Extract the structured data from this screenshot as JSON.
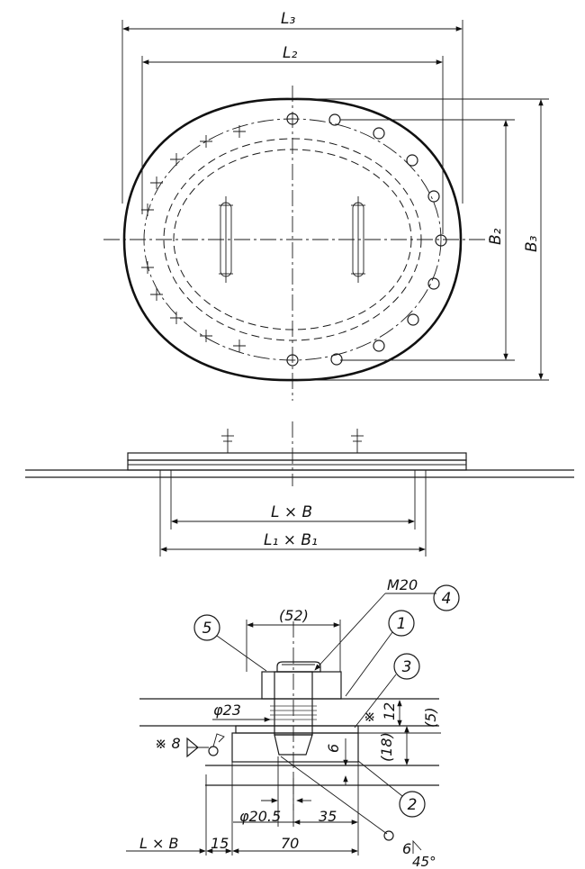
{
  "top_view": {
    "dim_l3": "L₃",
    "dim_l2": "L₂",
    "dim_b2": "B₂",
    "dim_b3": "B₃"
  },
  "side_view": {
    "dim_lxb": "L × B",
    "dim_l1xb1": "L₁ × B₁"
  },
  "detail": {
    "bolt_size": "M20",
    "bolt_pitch": "(52)",
    "hole_dia": "φ23",
    "stud_dia": "φ20.5",
    "dim_35": "35",
    "dim_70": "70",
    "dim_15": "15",
    "dim_lxb": "L × B",
    "dim_12": "12",
    "dim_5": "(5)",
    "dim_18": "(18)",
    "dim_6": "6",
    "note_mark": "※",
    "weld_8": "※ 8",
    "weld_6": "6",
    "weld_angle": "45°",
    "part_refs": [
      "5",
      "4",
      "1",
      "3",
      "2"
    ]
  },
  "colors": {
    "ink": "#1a1a1a",
    "paper": "#ffffff"
  }
}
